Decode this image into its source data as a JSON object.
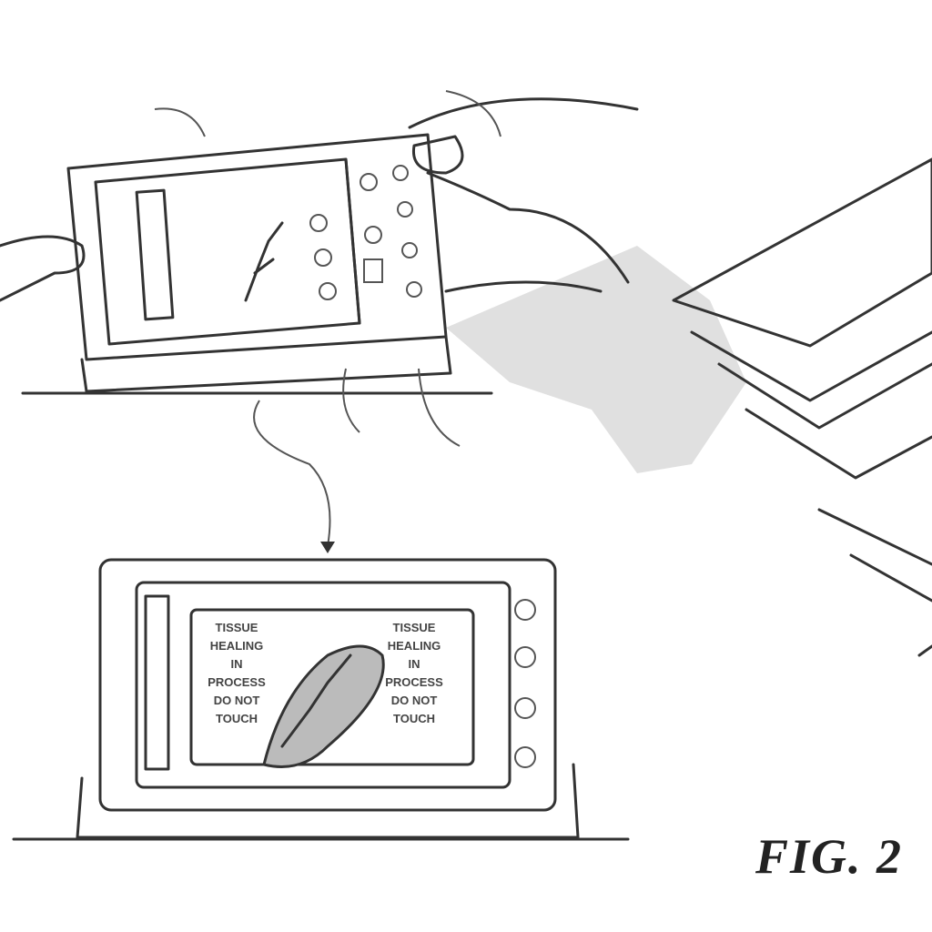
{
  "figure": {
    "label": "FIG. 2"
  },
  "display": {
    "warning_left": "TISSUE\nHEALING\nIN\nPROCESS\nDO NOT\nTOUCH",
    "warning_right": "TISSUE\nHEALING\nIN\nPROCESS\nDO NOT\nTOUCH"
  },
  "colors": {
    "line": "#333333",
    "shadow": "#cfcfcf"
  }
}
